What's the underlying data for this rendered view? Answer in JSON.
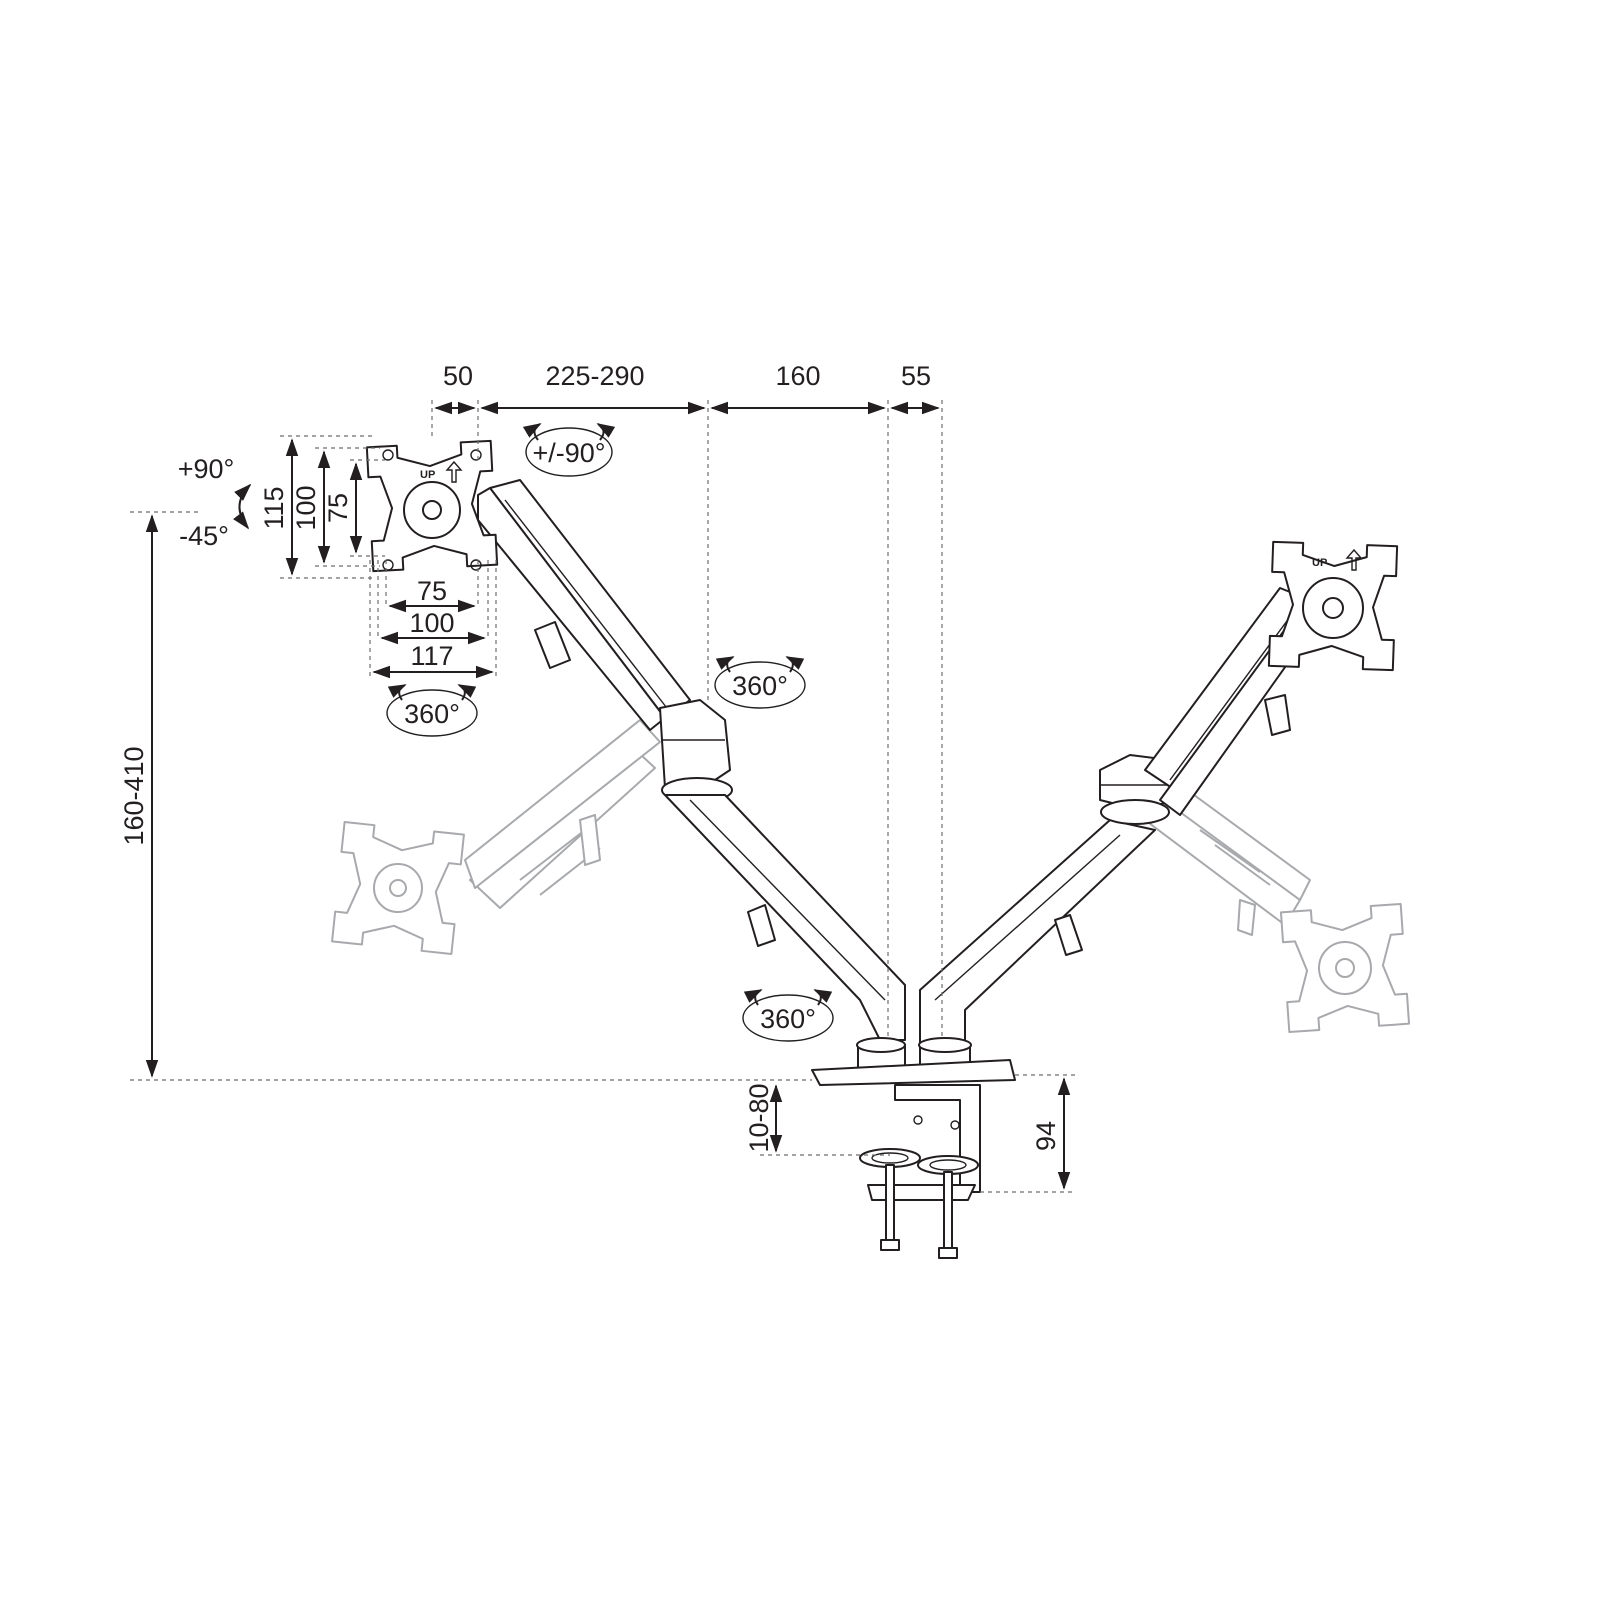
{
  "dimensions": {
    "top_50": "50",
    "top_225_290": "225-290",
    "top_160": "160",
    "top_55": "55",
    "vesa_h_115": "115",
    "vesa_h_100": "100",
    "vesa_h_75": "75",
    "vesa_w_75": "75",
    "vesa_w_100": "100",
    "vesa_w_117": "117",
    "height_range": "160-410",
    "clamp_range": "10-80",
    "base_height": "94"
  },
  "rotations": {
    "tilt_up": "+90°",
    "tilt_down": "-45°",
    "swivel_head": "+/-90°",
    "rotate_plate": "360°",
    "rotate_elbow": "360°",
    "rotate_base": "360°"
  },
  "plate_labels": {
    "up": "UP"
  },
  "icons": [
    "rotation-arrow-icon",
    "up-arrow-icon"
  ]
}
